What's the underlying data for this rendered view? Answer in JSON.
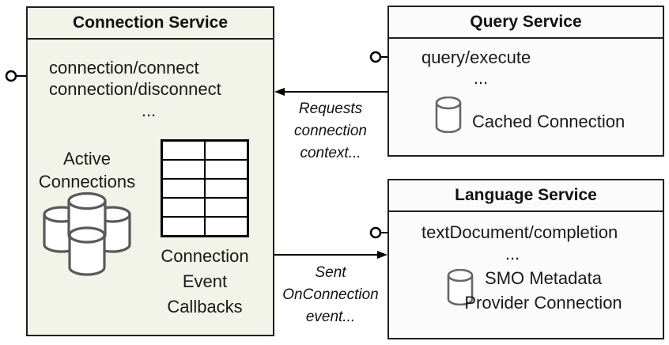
{
  "colors": {
    "connection_service_fill": "#f2f4ea",
    "query_service_fill": "#fbfbfc",
    "language_service_fill": "#fbfbfc",
    "box_border": "#1f1f1f",
    "database_icon_stroke": "#595959",
    "arrow_color": "#000000"
  },
  "connection_service": {
    "title": "Connection Service",
    "methods": [
      "connection/connect",
      "connection/disconnect"
    ],
    "methods_ellipsis": "...",
    "active_connections_label": [
      "Active",
      "Connections"
    ],
    "callbacks_table": {
      "rows": 5,
      "cols": 2
    },
    "callbacks_label": [
      "Connection",
      "Event",
      "Callbacks"
    ]
  },
  "query_service": {
    "title": "Query Service",
    "methods": [
      "query/execute"
    ],
    "methods_ellipsis": "...",
    "cached_connection_label": "Cached Connection"
  },
  "language_service": {
    "title": "Language Service",
    "methods": [
      "textDocument/completion"
    ],
    "methods_ellipsis": "...",
    "smo_label": [
      "SMO Metadata",
      "Provider Connection"
    ]
  },
  "arrows": {
    "requests_label": [
      "Requests",
      "connection",
      "context..."
    ],
    "sent_label": [
      "Sent",
      "OnConnection",
      "event..."
    ]
  }
}
